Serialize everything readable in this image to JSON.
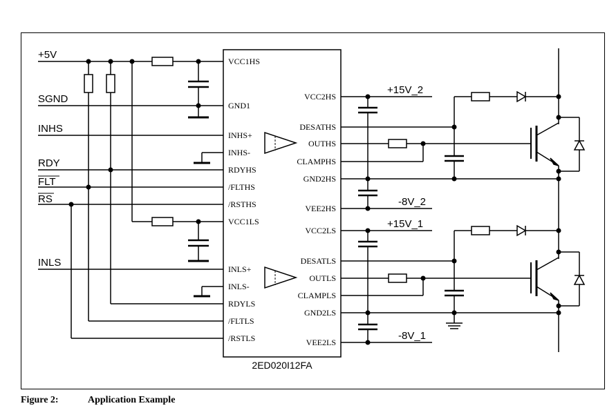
{
  "inputs": {
    "v5": "+5V",
    "sgnd": "SGND",
    "inhs": "INHS",
    "rdy": "RDY",
    "flt": "FLT",
    "rs": "RS",
    "inls": "INLS"
  },
  "chip": {
    "name": "2ED020I12FA",
    "left_pins": {
      "vcc1hs": "VCC1HS",
      "gnd1": "GND1",
      "inhs_p": "INHS+",
      "inhs_n": "INHS-",
      "rdyhs": "RDYHS",
      "flths": "/FLTHS",
      "rsths": "/RSTHS",
      "vcc1ls": "VCC1LS",
      "inls_p": "INLS+",
      "inls_n": "INLS-",
      "rdyls": "RDYLS",
      "fltls": "/FLTLS",
      "rstls": "/RSTLS"
    },
    "right_pins": {
      "vcc2hs": "VCC2HS",
      "desaths": "DESATHS",
      "ouths": "OUTHS",
      "clamphs": "CLAMPHS",
      "gnd2hs": "GND2HS",
      "vee2hs": "VEE2HS",
      "vcc2ls": "VCC2LS",
      "desatls": "DESATLS",
      "outls": "OUTLS",
      "clampls": "CLAMPLS",
      "gnd2ls": "GND2LS",
      "vee2ls": "VEE2LS"
    }
  },
  "supplies": {
    "p15v_2": "+15V_2",
    "m8v_2": "-8V_2",
    "p15v_1": "+15V_1",
    "m8v_1": "-8V_1"
  },
  "caption": {
    "number": "Figure 2:",
    "title": "Application Example"
  }
}
